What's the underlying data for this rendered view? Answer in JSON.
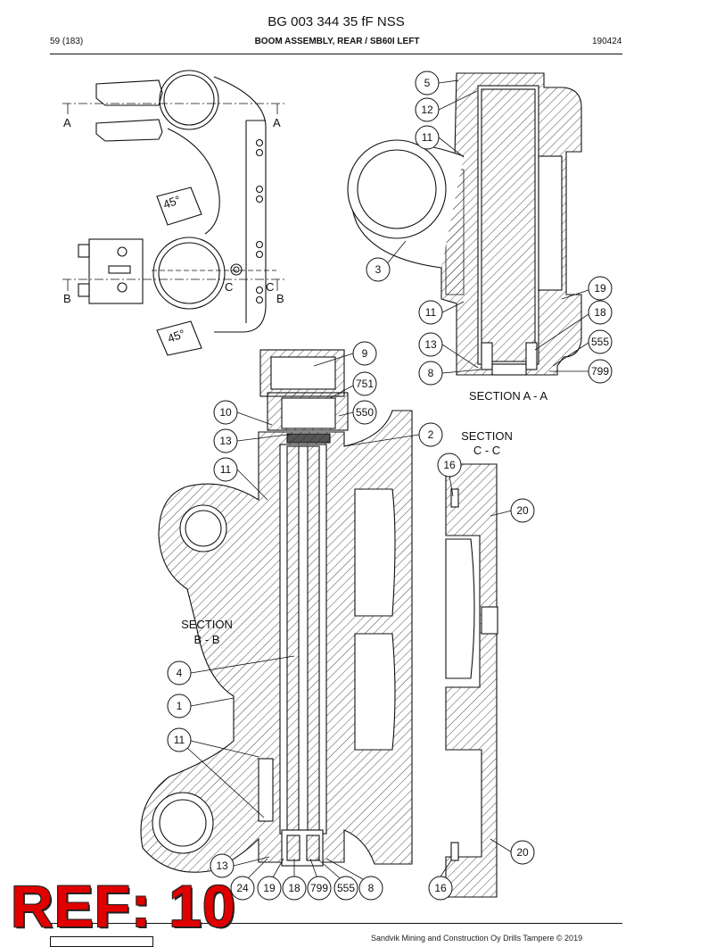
{
  "header": {
    "doc_number": "BG 003 344 35 fF NSS",
    "page": "59 (183)",
    "title": "BOOM ASSEMBLY, REAR / SB60I LEFT",
    "date": "190424"
  },
  "view_labels": {
    "a_left": "A",
    "a_right": "A",
    "b_left": "B",
    "b_right": "B",
    "c_left": "C",
    "c_right": "C",
    "angle_upper": "45°",
    "angle_lower": "45°"
  },
  "sections": {
    "aa": "SECTION A - A",
    "bb_line1": "SECTION",
    "bb_line2": "B - B",
    "cc_line1": "SECTION",
    "cc_line2": "C - C"
  },
  "callouts": [
    {
      "id": "c5",
      "label": "5"
    },
    {
      "id": "c12",
      "label": "12"
    },
    {
      "id": "c11a",
      "label": "11"
    },
    {
      "id": "c3",
      "label": "3"
    },
    {
      "id": "c19a",
      "label": "19"
    },
    {
      "id": "c11b",
      "label": "11"
    },
    {
      "id": "c18a",
      "label": "18"
    },
    {
      "id": "c13a",
      "label": "13"
    },
    {
      "id": "c555a",
      "label": "555"
    },
    {
      "id": "c8a",
      "label": "8"
    },
    {
      "id": "c799a",
      "label": "799"
    },
    {
      "id": "c9",
      "label": "9"
    },
    {
      "id": "c751",
      "label": "751"
    },
    {
      "id": "c10",
      "label": "10"
    },
    {
      "id": "c550",
      "label": "550"
    },
    {
      "id": "c13b",
      "label": "13"
    },
    {
      "id": "c2",
      "label": "2"
    },
    {
      "id": "c11c",
      "label": "11"
    },
    {
      "id": "c16a",
      "label": "16"
    },
    {
      "id": "c20a",
      "label": "20"
    },
    {
      "id": "c4",
      "label": "4"
    },
    {
      "id": "c1",
      "label": "1"
    },
    {
      "id": "c11d",
      "label": "11"
    },
    {
      "id": "c20b",
      "label": "20"
    },
    {
      "id": "c13c",
      "label": "13"
    },
    {
      "id": "c24",
      "label": "24"
    },
    {
      "id": "c19b",
      "label": "19"
    },
    {
      "id": "c18b",
      "label": "18"
    },
    {
      "id": "c799b",
      "label": "799"
    },
    {
      "id": "c555b",
      "label": "555"
    },
    {
      "id": "c8b",
      "label": "8"
    },
    {
      "id": "c16b",
      "label": "16"
    }
  ],
  "footer": {
    "ref": "REF: 10",
    "copyright": "Sandvik Mining and Construction Oy Drills Tampere © 2019"
  }
}
